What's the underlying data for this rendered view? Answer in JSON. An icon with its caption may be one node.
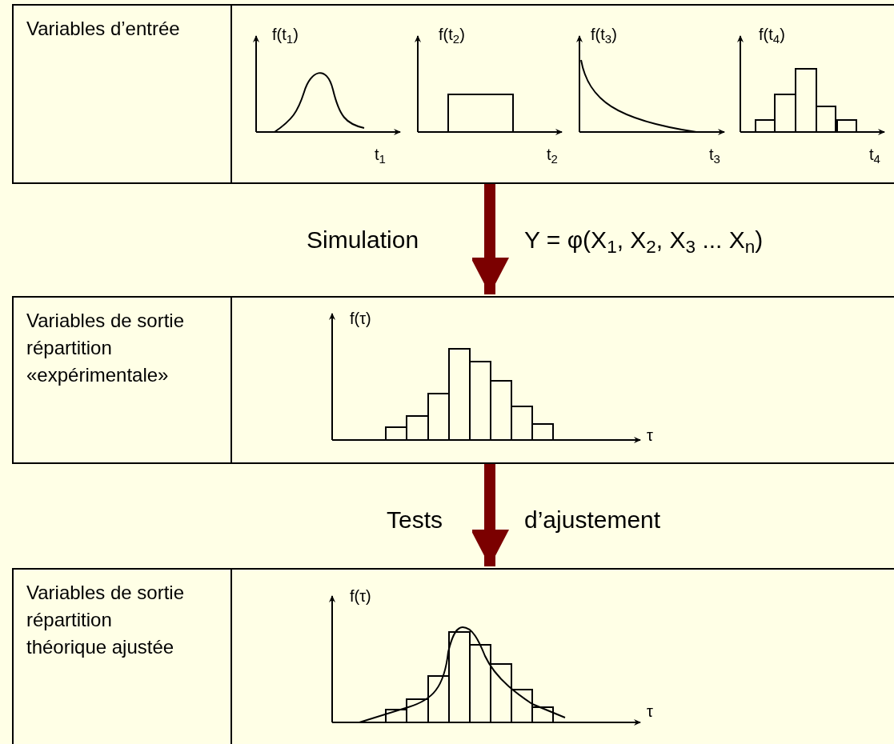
{
  "diagram": {
    "nodes": [
      {
        "text": [
          "Variables d’entrée"
        ]
      },
      {
        "text": [
          "Variables de sortie répartition «expérimentale»"
        ]
      },
      {
        "text": [
          "Variables de sortie répartition théorique ajustée"
        ]
      }
    ],
    "edges": [
      {
        "from": 0,
        "to": 1,
        "arrow": "to",
        "label": "Simulation"
      },
      {
        "from": 1,
        "to": 2,
        "arrow": "to",
        "label": "Tests"
      }
    ],
    "labels": [
      "f(t$_{1}$)",
      "t$_{1}$",
      "f(t$_{2}$)",
      "t$_{2}$",
      "f(t$_{3}$)",
      "t$_{3}$",
      "f(t$_{4}$)",
      "t$_{4}$",
      "Y = φ(X$_{1}$, X$_{2}$, X$_{3}$ ... X$_{n}$)",
      "f(τ)",
      "τ",
      "d’ajustement",
      "f(τ)",
      "τ"
    ]
  }
}
